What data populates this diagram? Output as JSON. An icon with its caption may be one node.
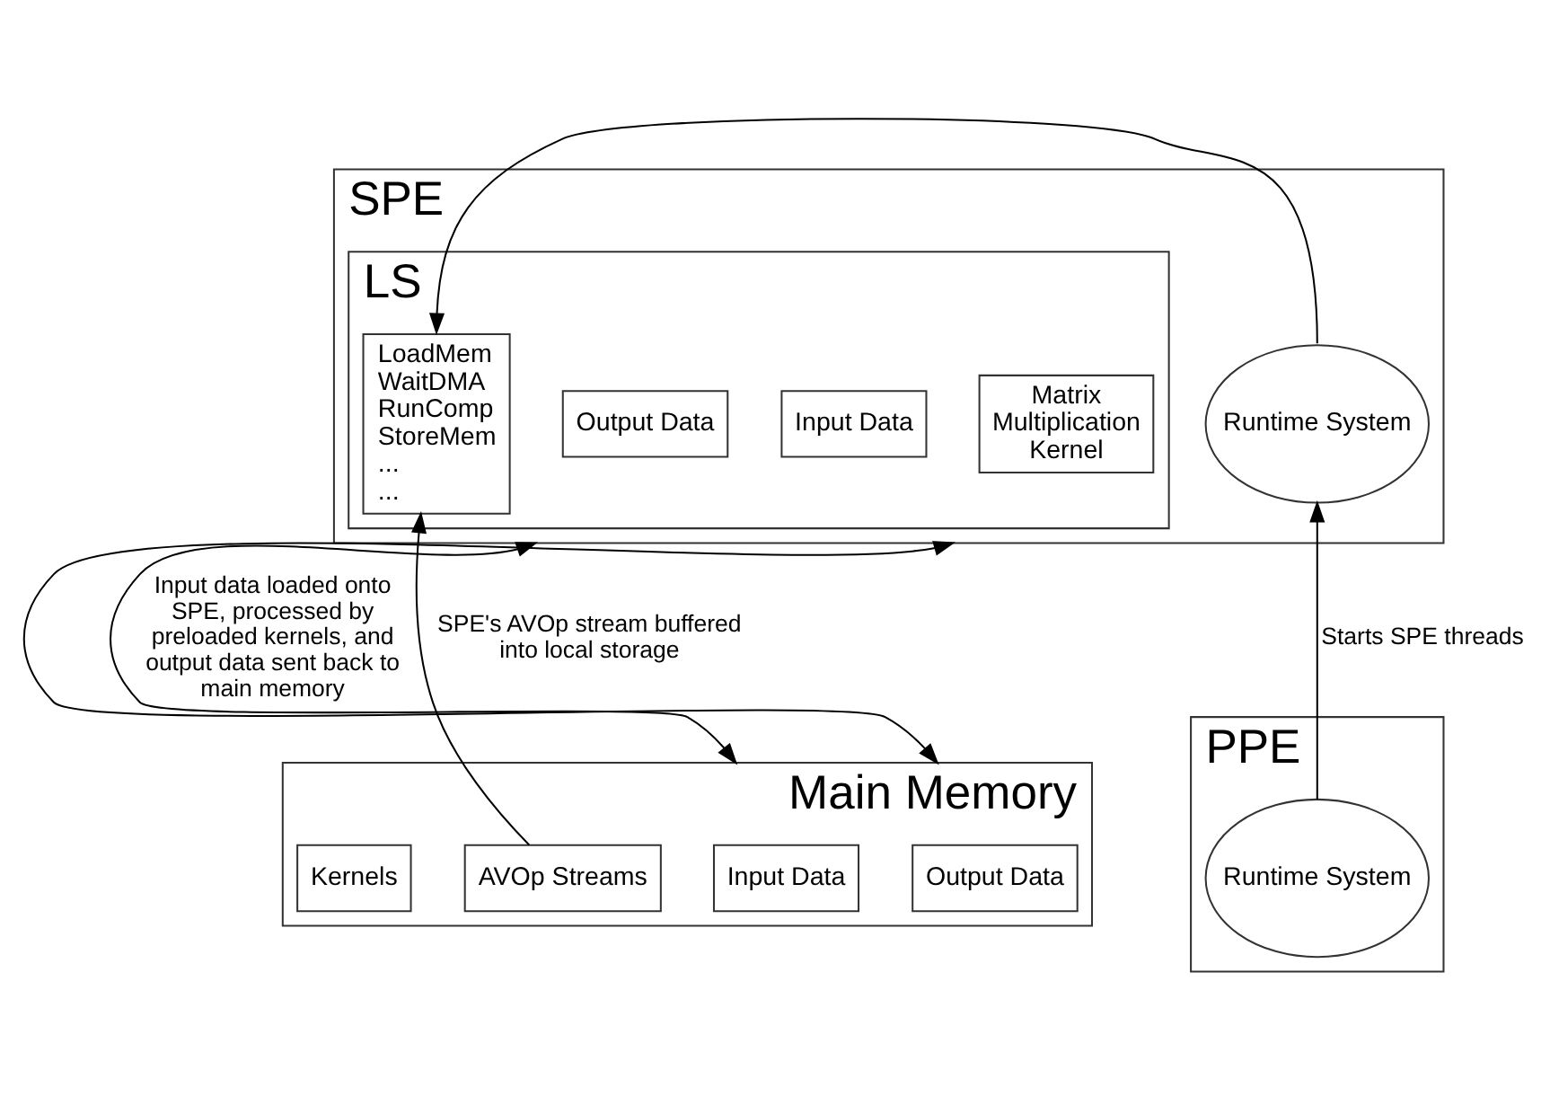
{
  "diagram": {
    "nodes": [
      {
        "text": [
          "SPE"
        ]
      },
      {
        "text": [
          "Runtime System"
        ],
        "in": 0
      },
      {
        "text": [
          "LS"
        ],
        "in": 0
      },
      {
        "text": [
          "LoadMem",
          "WaitDMA",
          "RunComp",
          "StoreMem",
          "...",
          "..."
        ],
        "in": 2
      },
      {
        "text": [
          "Input Data"
        ],
        "in": 2
      },
      {
        "text": [
          "Matrix Multiplication Kernel"
        ],
        "in": 2
      },
      {
        "text": [
          "Output Data"
        ],
        "in": 2
      },
      {
        "text": [
          "PPE"
        ]
      },
      {
        "text": [
          "Runtime System"
        ],
        "in": 7
      },
      {
        "text": [
          "Main Memory"
        ]
      },
      {
        "text": [
          "AVOp Streams"
        ],
        "in": 9
      },
      {
        "text": [
          "Input Data"
        ],
        "in": 9
      },
      {
        "text": [
          "Output Data"
        ],
        "in": 9
      },
      {
        "text": [
          "Kernels"
        ],
        "in": 9
      }
    ],
    "edges": [
      {
        "from": 1,
        "to": 3,
        "arrow": "to"
      },
      {
        "from": 8,
        "to": 1,
        "arrow": "to",
        "label": "Starts SPE threads"
      },
      {
        "from": 10,
        "to": 3,
        "arrow": "to",
        "label": "SPE's AVOp stream buffered into local storage"
      },
      {
        "from": 0,
        "to": 9,
        "arrow": "both",
        "label": "Input data loaded onto SPE, processed by preloaded kernels, and output data sent back to main memory"
      },
      {
        "from": 0,
        "to": 9,
        "arrow": "both"
      }
    ]
  }
}
